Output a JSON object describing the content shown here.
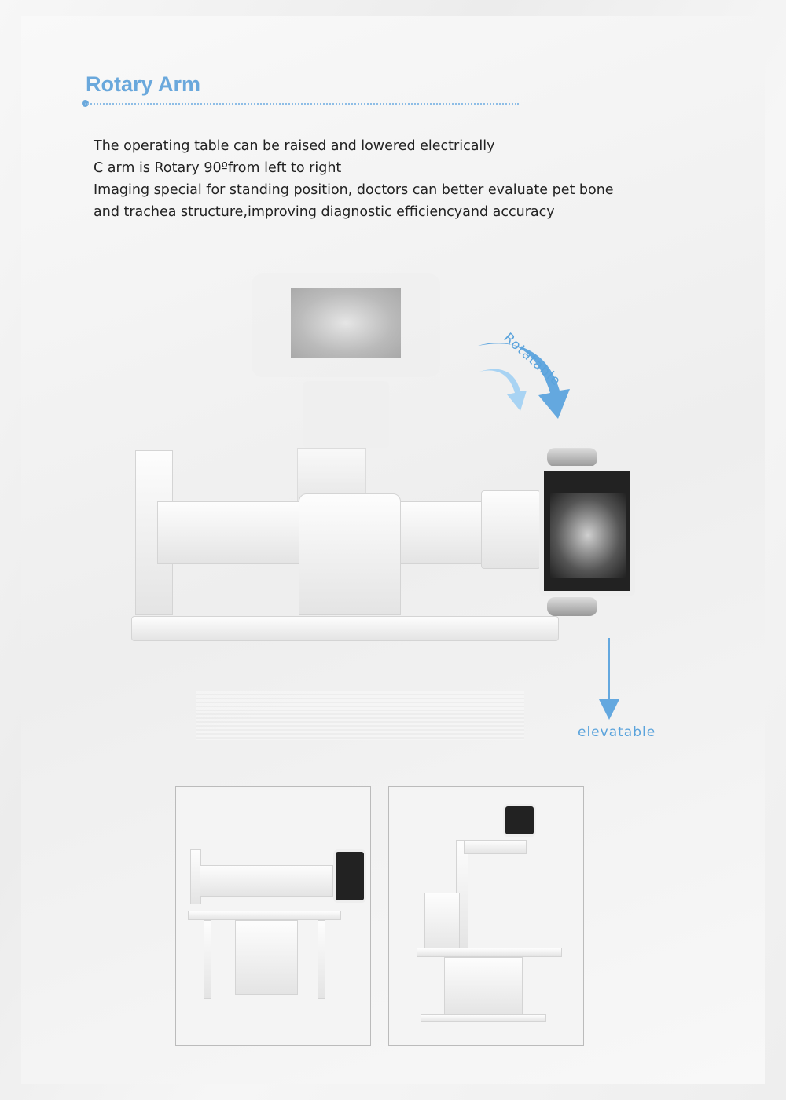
{
  "heading": "Rotary Arm",
  "description": [
    "The operating table can be raised and lowered electrically",
    "C arm is Rotary 90ºfrom left to right",
    "Imaging special for standing position, doctors can better evaluate pet bone",
    "and trachea structure,improving diagnostic efficiencyand accuracy"
  ],
  "annotations": {
    "rotate": "Rotatable",
    "elevate": "elevatable"
  },
  "colors": {
    "accent": "#6aa8dc"
  }
}
